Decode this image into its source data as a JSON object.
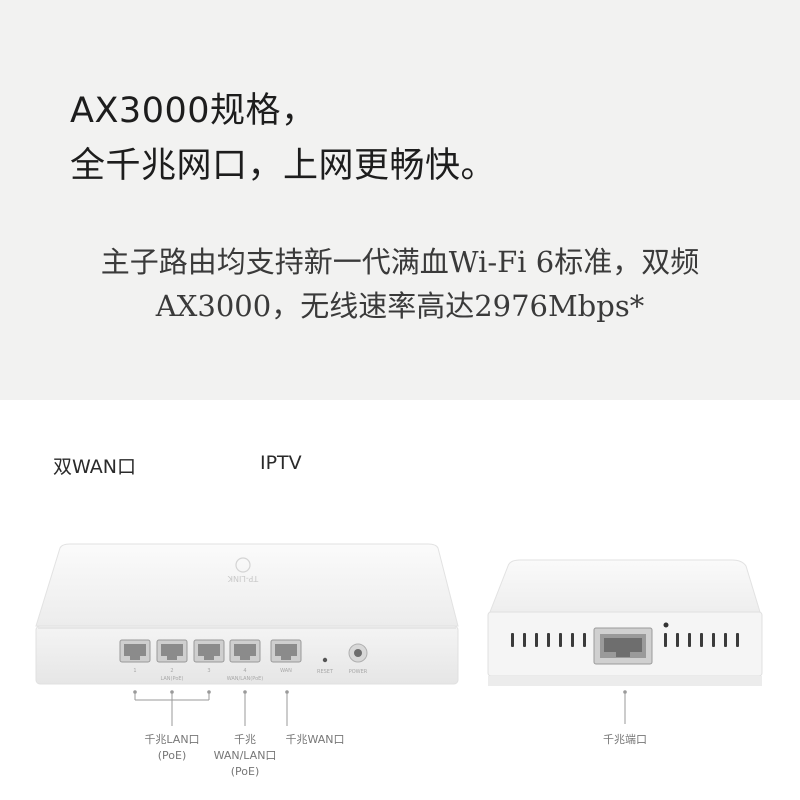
{
  "headline": {
    "line1": "AX3000规格，",
    "line2": "全千兆网口，上网更畅快。"
  },
  "subtitle": {
    "line1": "主子路由均支持新一代满血Wi-Fi 6标准，双频",
    "line2": "AX3000，无线速率高达2976Mbps*"
  },
  "labels": {
    "dual_wan": "双WAN口",
    "iptv": "IPTV"
  },
  "main_router": {
    "brand": "TP-LINK",
    "ports": [
      "1",
      "2",
      "3",
      "4",
      "WAN"
    ],
    "group_lan": "LAN(PoE)",
    "group_wanlan": "WAN/LAN(PoE)",
    "reset": "RESET",
    "power": "POWER"
  },
  "captions": {
    "lan_line1": "千兆LAN口",
    "lan_line2": "(PoE)",
    "wanlan_line1": "千兆",
    "wanlan_line2": "WAN/LAN口",
    "wanlan_line3": "(PoE)",
    "wan": "千兆WAN口",
    "sub_port": "千兆端口"
  },
  "colors": {
    "top_background": "#f2f2f1",
    "device_body": "#f7f7f7",
    "port_metal": "#c9c9c9"
  }
}
